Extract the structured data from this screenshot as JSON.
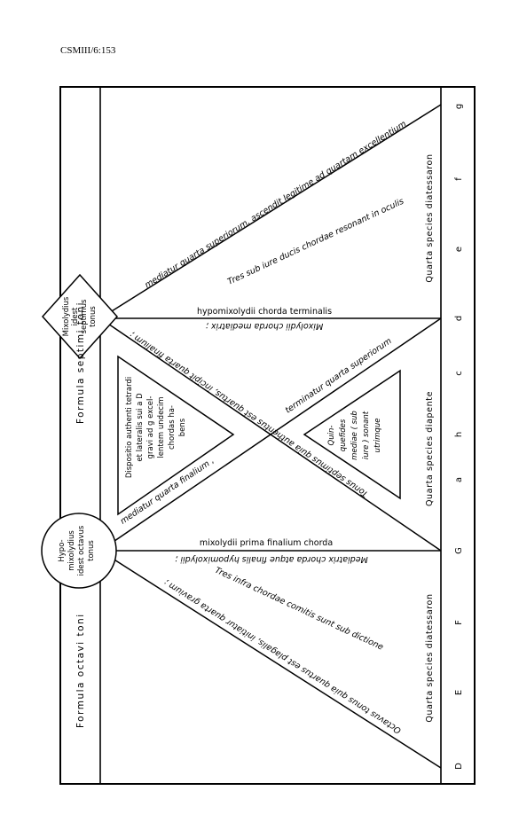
{
  "header": {
    "ref": "CSMIII/6:153"
  },
  "left_column": {
    "formula_octavi": "Formula  octavi  toni",
    "formula_septimi": "Formula  septimi  toni"
  },
  "diamond_label": [
    "Mixolydius",
    "idest",
    "septimus",
    "tonus"
  ],
  "circle_label": [
    "Hypo-",
    "mixolydius",
    "idest octavus",
    "tonus"
  ],
  "notes": [
    "D",
    "E",
    "F",
    "G",
    "a",
    "h",
    "c",
    "d",
    "e",
    "f",
    "g"
  ],
  "species": {
    "upper": "Quarta  species  diatessaron",
    "middle": "Quarta  species  diapente",
    "lower": "Quarta  species  diatessaron"
  },
  "horizontal_lines": {
    "upper_above": "hypomixolydii chorda terminalis",
    "upper_below": "Mixolydii chorda mediatrix ;",
    "lower_above": "mixolydii prima finalium chorda",
    "lower_below": "Mediatrix chorda atque finalis hypomixolydii ;"
  },
  "diagonals": {
    "top": "mediatur quarta superiorum, ascendit legitime ad quartam excellentium",
    "top_inner": "Tres sub iure ducis chordae resonant in oculis",
    "bottom": "Octavus tonus quia quartus est plagalis, initiatur quarta gravium ;",
    "bottom_inner": "Tres infra chordae comitis sunt sub dictione",
    "x_top_left": "Tonus septimus quia authentus est quartus, incipit quarta finalium ;",
    "x_lower_left": "mediatur quarta finalium ,",
    "x_right": "terminatur quarta superiorum"
  },
  "left_triangle": [
    "Dispositio authenti tetrardi",
    "et lateralis sui a D",
    "gravi ad g excel-",
    "lentem undecim",
    "chordas ha-",
    "bens"
  ],
  "right_triangle": [
    "Quin-",
    "quefides",
    "mediae ( sub",
    "iure ) sonant",
    "utrimque"
  ]
}
